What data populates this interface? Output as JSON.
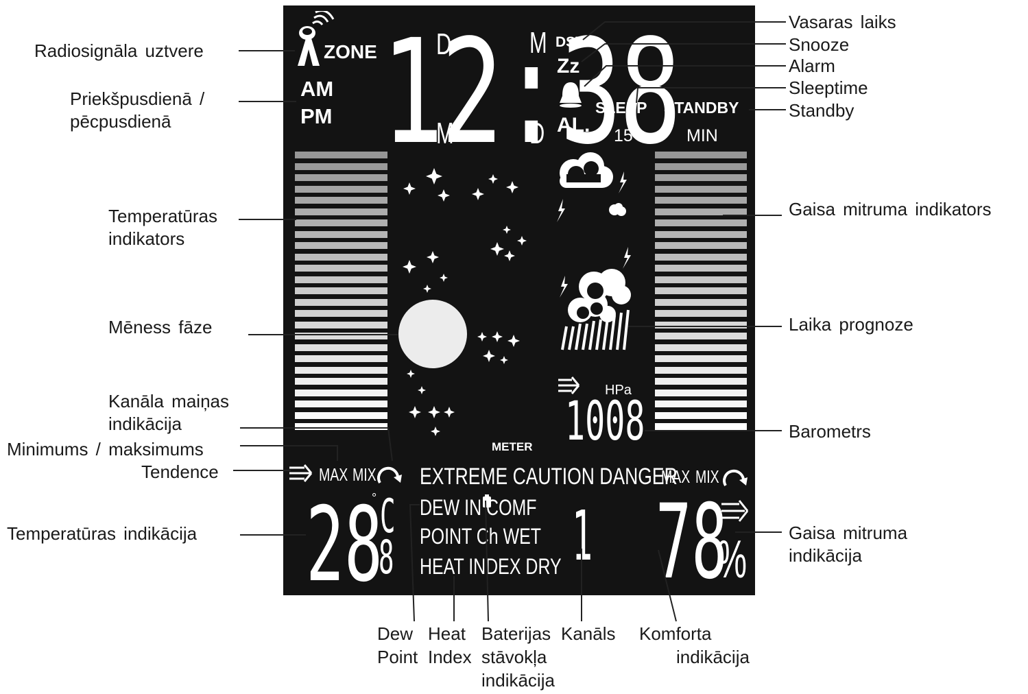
{
  "labels": {
    "radio": "Radiosignāla uztvere",
    "ampm_1": "Priekšpusdienā /",
    "ampm_2": "pēcpusdienā",
    "temp_ind_1": "Temperatūras",
    "temp_ind_2": "indikators",
    "moon": "Mēness fāze",
    "channel_change_1": "Kanāla maiņas",
    "channel_change_2": "indikācija",
    "minmax": "Minimums / maksimums",
    "trend": "Tendence",
    "temp_display": "Temperatūras indikācija",
    "dst": "Vasaras laiks",
    "snooze": "Snooze",
    "alarm": "Alarm",
    "sleeptime": "Sleeptime",
    "standby": "Standby",
    "hum_ind": "Gaisa mitruma indikators",
    "forecast": "Laika prognoze",
    "barometer": "Barometrs",
    "hum_display_1": "Gaisa mitruma",
    "hum_display_2": "indikācija",
    "dew_1": "Dew",
    "dew_2": "Point",
    "heat_1": "Heat",
    "heat_2": "Index",
    "battery_1": "Baterijas",
    "battery_2": "stāvokļa",
    "battery_3": "indikācija",
    "channel": "Kanāls",
    "comfort_1": "Komforta",
    "comfort_2": "indikācija"
  },
  "display": {
    "zone": "ZONE",
    "am": "AM",
    "pm": "PM",
    "time": "12:38",
    "d_top": "D",
    "m_mid": "M",
    "m_top_right": "M",
    "d_bottom_right": "D",
    "dst": "DST",
    "zz": "Zz",
    "al": "AL.",
    "sleep": "SLEEP",
    "standby": "STANDBY",
    "sleep_value": "15",
    "min": "MIN",
    "hpa": "HPa",
    "pressure": "1008",
    "meter": "METER",
    "max_left": "MAX",
    "mix_left": "MIX",
    "max_right": "MAX",
    "mix_right": "MIX",
    "caution": "EXTREME CAUTION DANGER",
    "row1": "DEW IN COMF",
    "row2": "POINT Ch WET",
    "row3": "HEAT INDEX DRY",
    "temp_main": "28",
    "temp_unit_top": "C",
    "temp_decimal": "8",
    "degree": "°",
    "channel_value": "1",
    "humidity": "78",
    "percent": "%"
  },
  "colors": {
    "lcd_bg": "#131313",
    "segment": "#ffffff",
    "label": "#1a1a1a",
    "line": "#222222"
  },
  "icons": [
    "radio-tower-icon",
    "bell-icon",
    "star-icon",
    "moon-icon",
    "cloud-icon",
    "lightning-icon",
    "rain-icon",
    "trend-arrows-icon",
    "refresh-arrow-icon",
    "battery-icon"
  ]
}
